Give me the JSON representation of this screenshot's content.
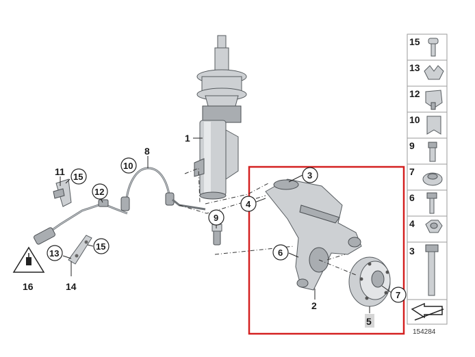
{
  "diagram": {
    "labels": {
      "p1": "1",
      "p2": "2",
      "p3": "3",
      "p4": "4",
      "p5": "5",
      "p6": "6",
      "p7": "7",
      "p8": "8",
      "p9": "9",
      "p10": "10",
      "p11": "11",
      "p12": "12",
      "p13": "13",
      "p14": "14",
      "p15a": "15",
      "p15b": "15",
      "p16": "16"
    },
    "highlight_color": "#d42020",
    "part_number": "154284"
  },
  "side_panel": {
    "items": [
      "15",
      "13",
      "12",
      "10",
      "9",
      "7",
      "6",
      "4",
      "3"
    ]
  }
}
